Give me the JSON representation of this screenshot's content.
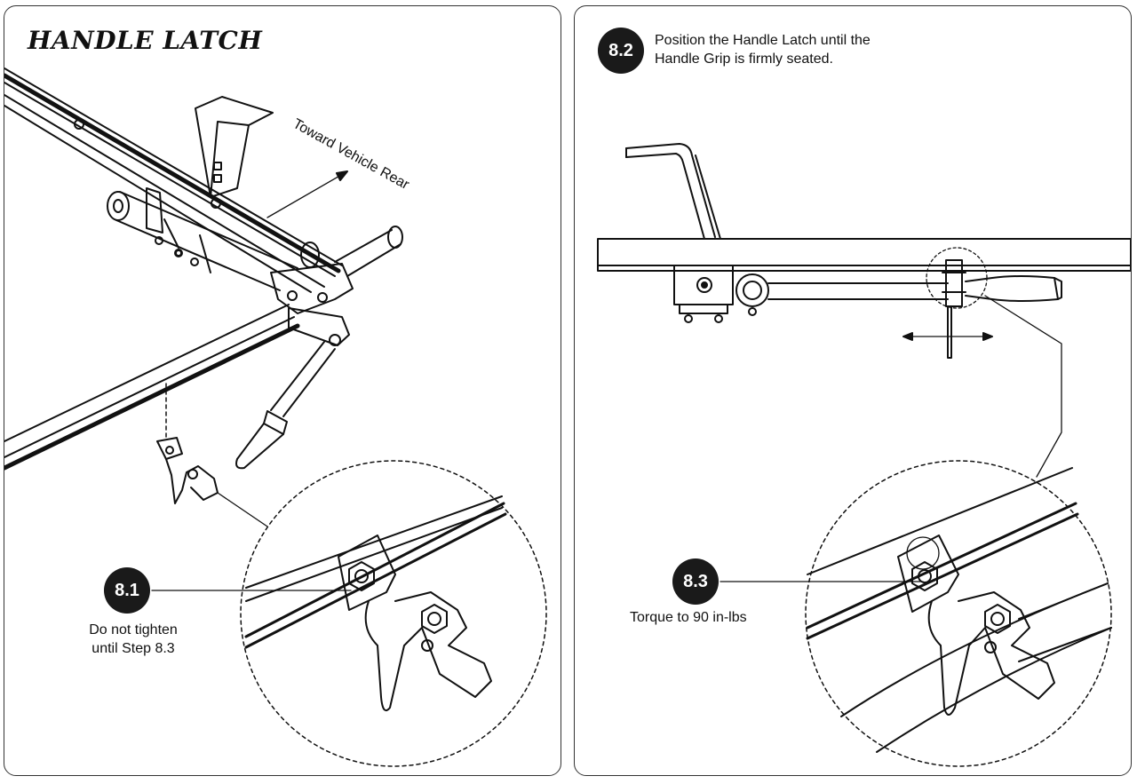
{
  "left_panel": {
    "title": "HANDLE LATCH",
    "direction_label": "Toward Vehicle Rear",
    "step": {
      "number": "8.1",
      "note_line1": "Do not tighten",
      "note_line2": "until Step 8.3"
    }
  },
  "right_panel": {
    "step_intro": {
      "number": "8.2",
      "text_line1": "Position the Handle Latch until the",
      "text_line2": "Handle Grip is firmly seated."
    },
    "step": {
      "number": "8.3",
      "note": "Torque to 90 in-lbs"
    }
  }
}
